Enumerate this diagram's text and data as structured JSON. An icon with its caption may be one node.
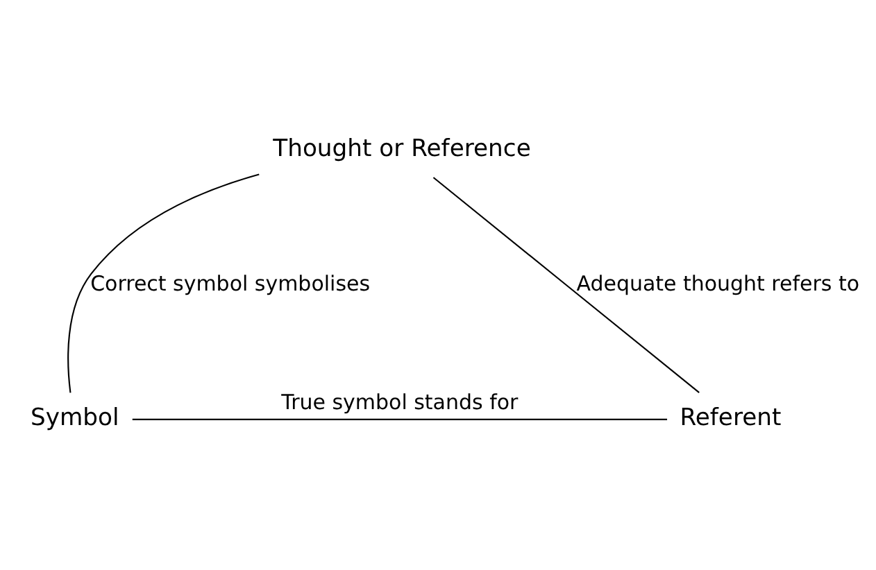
{
  "diagram": {
    "nodes": [
      {
        "text": [
          "Thought or Reference"
        ]
      },
      {
        "text": [
          "Symbol"
        ]
      },
      {
        "text": [
          "Referent"
        ]
      }
    ],
    "edges": [
      {
        "from": 1,
        "to": 0,
        "arrow": "none",
        "label": "Correct symbol symbolises"
      },
      {
        "from": 0,
        "to": 2,
        "arrow": "none",
        "label": "Adequate thought refers to"
      },
      {
        "from": 1,
        "to": 2,
        "arrow": "none",
        "label": "True symbol stands for"
      }
    ]
  }
}
